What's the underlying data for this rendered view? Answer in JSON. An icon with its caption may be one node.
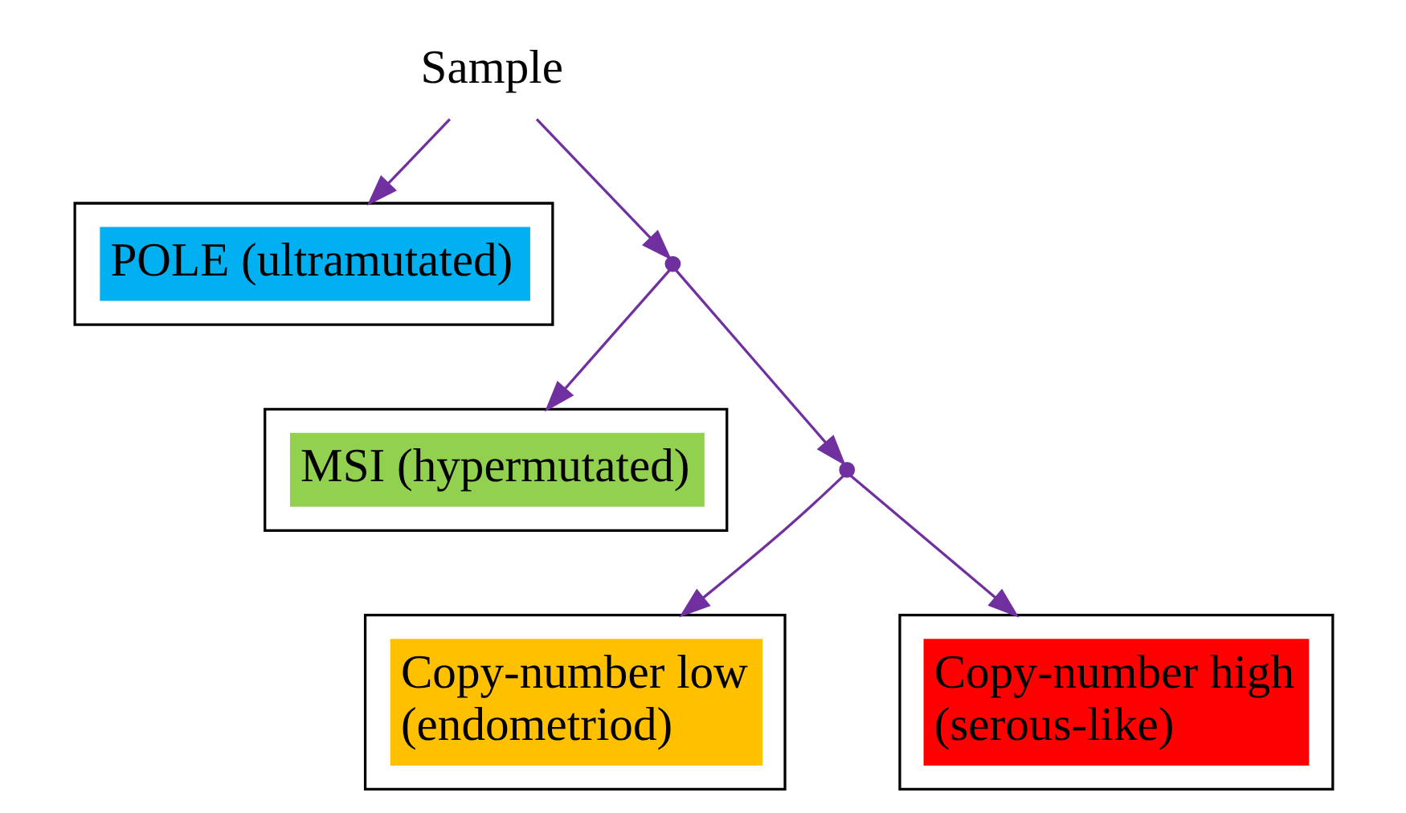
{
  "diagram": {
    "nodes": [
      {
        "text": [
          "Sample"
        ]
      },
      {
        "text": [
          "POLE (ultramutated)"
        ]
      },
      {
        "text": [],
        "shape": "point"
      },
      {
        "text": [
          "MSI (hypermutated)"
        ]
      },
      {
        "text": [],
        "shape": "point"
      },
      {
        "text": [
          "Copy-number low (endometriod)"
        ]
      },
      {
        "text": [
          "Copy-number high (serous-like)"
        ]
      }
    ],
    "edges": [
      {
        "from": 0,
        "to": 1,
        "arrow": "to"
      },
      {
        "from": 0,
        "to": 2,
        "arrow": "to"
      },
      {
        "from": 2,
        "to": 3,
        "arrow": "to"
      },
      {
        "from": 2,
        "to": 4,
        "arrow": "to"
      },
      {
        "from": 4,
        "to": 5,
        "arrow": "to"
      },
      {
        "from": 4,
        "to": 6,
        "arrow": "to"
      }
    ]
  }
}
